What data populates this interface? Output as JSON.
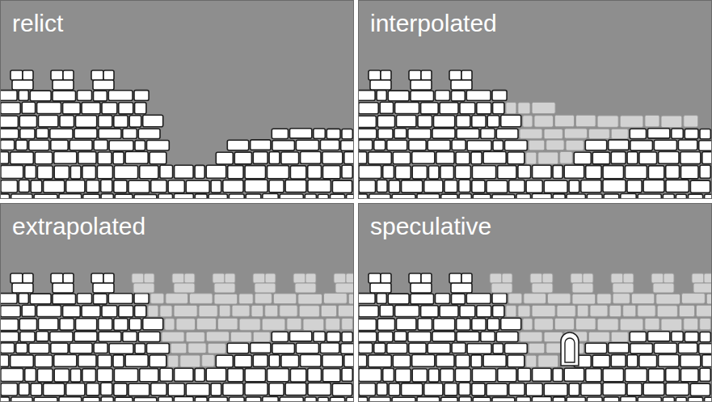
{
  "diagram": {
    "nodes": [
      {
        "text": [
          "relict"
        ]
      },
      {
        "text": [
          "interpolated"
        ]
      },
      {
        "text": [
          "extrapolated"
        ]
      },
      {
        "text": [
          "speculative"
        ]
      }
    ]
  }
}
